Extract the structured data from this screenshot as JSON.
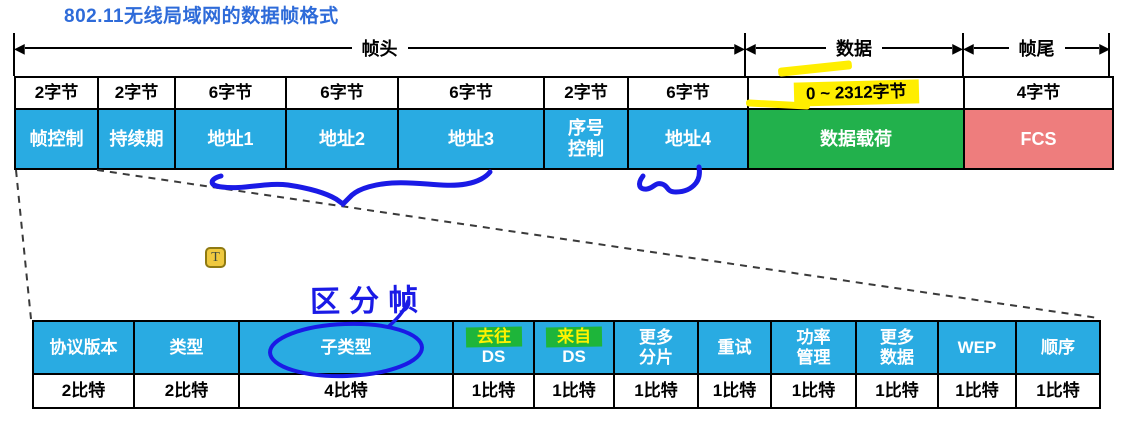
{
  "title": "802.11无线局域网的数据帧格式",
  "colors": {
    "title_blue": "#2E6BD9",
    "cell_blue": "#29ABE2",
    "payload_green": "#22B14C",
    "fcs_pink": "#EE7D7D",
    "marker_yellow": "#FFEE00",
    "marker_green": "#1EB53A",
    "marker_text_yellow": "#FFF200",
    "ink_blue": "#1A1AE6"
  },
  "bracket": {
    "segments": [
      {
        "label": "帧头"
      },
      {
        "label": "数据"
      },
      {
        "label": "帧尾"
      }
    ]
  },
  "frame_table": {
    "cells": [
      {
        "size": "2字节",
        "line1": "帧控制"
      },
      {
        "size": "2字节",
        "line1": "持续期"
      },
      {
        "size": "6字节",
        "line1": "地址1"
      },
      {
        "size": "6字节",
        "line1": "地址2"
      },
      {
        "size": "6字节",
        "line1": "地址3"
      },
      {
        "size": "2字节",
        "line1": "序号",
        "line2": "控制"
      },
      {
        "size": "6字节",
        "line1": "地址4"
      },
      {
        "size": "0 ~ 2312字节",
        "line1": "数据载荷"
      },
      {
        "size": "4字节",
        "line1": "FCS"
      }
    ]
  },
  "control_table": {
    "cells": [
      {
        "line1": "协议版本",
        "size": "2比特"
      },
      {
        "line1": "类型",
        "size": "2比特"
      },
      {
        "line1": "子类型",
        "size": "4比特"
      },
      {
        "line1": "去往",
        "line2": "DS",
        "size": "1比特"
      },
      {
        "line1": "来自",
        "line2": "DS",
        "size": "1比特"
      },
      {
        "line1": "更多",
        "line2": "分片",
        "size": "1比特"
      },
      {
        "line1": "重试",
        "size": "1比特"
      },
      {
        "line1": "功率",
        "line2": "管理",
        "size": "1比特"
      },
      {
        "line1": "更多",
        "line2": "数据",
        "size": "1比特"
      },
      {
        "line1": "WEP",
        "size": "1比特"
      },
      {
        "line1": "顺序",
        "size": "1比特"
      }
    ]
  },
  "annotations": {
    "handwriting": "区分帧",
    "t_icon": "T"
  }
}
